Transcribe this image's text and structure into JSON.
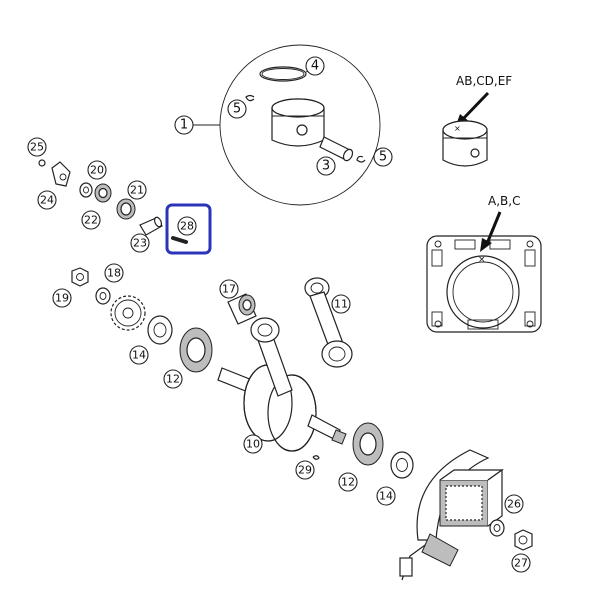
{
  "callouts": {
    "n1": "1",
    "n3": "3",
    "n4": "4",
    "n5a": "5",
    "n5b": "5",
    "n10": "10",
    "n11": "11",
    "n12a": "12",
    "n12b": "12",
    "n14a": "14",
    "n14b": "14",
    "n17": "17",
    "n18": "18",
    "n19": "19",
    "n20": "20",
    "n21": "21",
    "n22": "22",
    "n23": "23",
    "n24": "24",
    "n25": "25",
    "n26": "26",
    "n27": "27",
    "n28": "28",
    "n29": "29"
  },
  "annotations": {
    "piston_marks": "AB,CD,EF",
    "cylinder_marks": "A,B,C"
  },
  "highlight": {
    "part": "28",
    "color": "#2a34b8"
  }
}
